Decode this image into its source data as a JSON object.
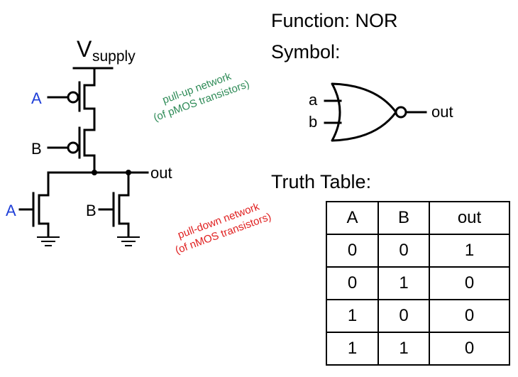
{
  "function_label": "Function: NOR",
  "symbol_label": "Symbol:",
  "truth_table_label": "Truth Table:",
  "supply": {
    "main": "V",
    "sub": "supply"
  },
  "inputs": {
    "pmos_a": "A",
    "pmos_b": "B",
    "nmos_a": "A",
    "nmos_b": "B"
  },
  "out_label": "out",
  "pull_up_note": [
    "pull-up network",
    "(of pMOS transistors)"
  ],
  "pull_down_note": [
    "pull-down network",
    "(of nMOS transistors)"
  ],
  "gate_symbol": {
    "in_a": "a",
    "in_b": "b",
    "out": "out"
  },
  "colors": {
    "input_a": "#1f3fd8",
    "pull_up": "#2e8b57",
    "pull_down": "#e02020"
  },
  "truth_table": {
    "headers": [
      "A",
      "B",
      "out"
    ],
    "rows": [
      [
        "0",
        "0",
        "1"
      ],
      [
        "0",
        "1",
        "0"
      ],
      [
        "1",
        "0",
        "0"
      ],
      [
        "1",
        "1",
        "0"
      ]
    ]
  }
}
